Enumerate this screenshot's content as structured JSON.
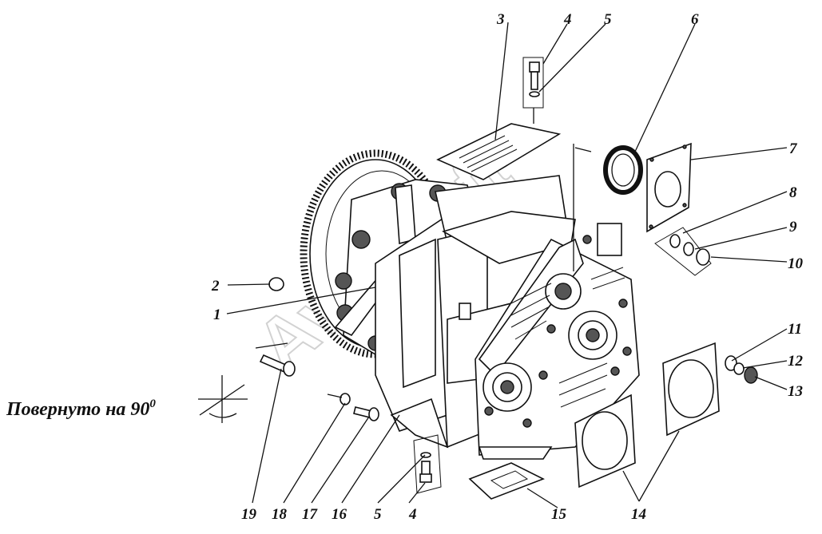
{
  "caption": "Повернуто на 90",
  "caption_sup": "0",
  "watermark": "AvtoSoft",
  "labels": {
    "l1": "1",
    "l2": "2",
    "l3": "3",
    "l4a": "4",
    "l5a": "5",
    "l6": "6",
    "l7": "7",
    "l8": "8",
    "l9": "9",
    "l10": "10",
    "l11": "11",
    "l12": "12",
    "l13": "13",
    "l14": "14",
    "l15": "15",
    "l16": "16",
    "l17": "17",
    "l18": "18",
    "l19": "19",
    "l5b": "5",
    "l4b": "4"
  }
}
